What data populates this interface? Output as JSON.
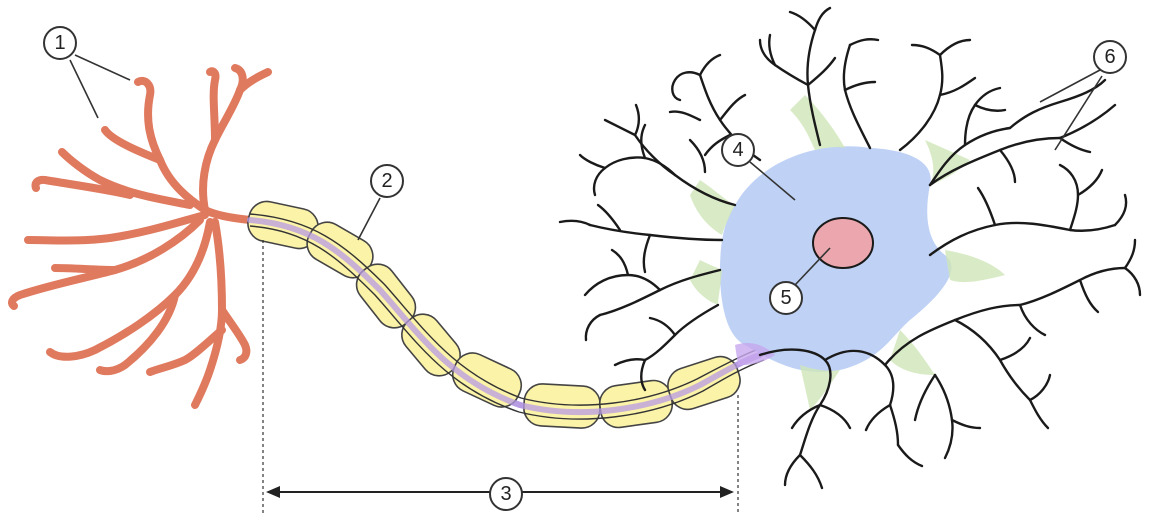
{
  "labels": {
    "l1": "1",
    "l2": "2",
    "l3": "3",
    "l4": "4",
    "l5": "5",
    "l6": "6"
  },
  "colors": {
    "axon_terminals": "#e07a5f",
    "myelin_sheath": "#fbf3a8",
    "axon": "#b79be3",
    "soma": "#a9c3f2",
    "nucleus": "#f2a0a0",
    "dendrite_base": "#cfe6b8"
  },
  "icons": {
    "l1": "callout-circle-icon",
    "l2": "callout-circle-icon",
    "l3": "callout-circle-icon",
    "l4": "callout-circle-icon",
    "l5": "callout-circle-icon",
    "l6": "callout-circle-icon"
  }
}
